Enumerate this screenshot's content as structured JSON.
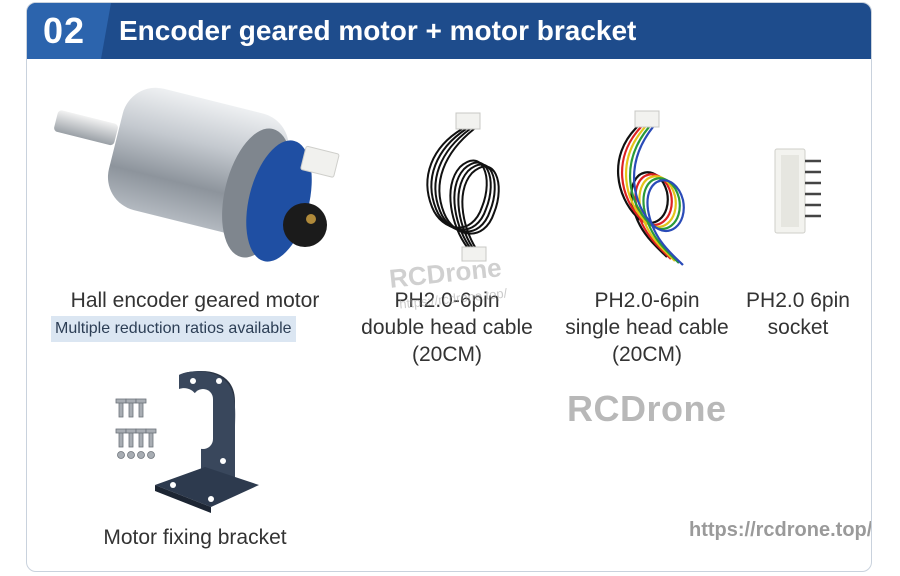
{
  "header": {
    "number": "02",
    "title": "Encoder geared motor + motor bracket"
  },
  "products": [
    {
      "label": "Hall encoder geared motor",
      "sublabel": "Multiple reduction ratios available"
    },
    {
      "label_lines": [
        "PH2.0-6pin",
        "double head cable",
        "(20CM)"
      ]
    },
    {
      "label_lines": [
        "PH2.0-6pin",
        "single head cable",
        "(20CM)"
      ]
    },
    {
      "label_lines": [
        "PH2.0 6pin",
        "socket"
      ]
    },
    {
      "label": "Motor fixing bracket"
    }
  ],
  "watermarks": {
    "brand": "RCDrone",
    "url": "https://rcdrone.top/",
    "url_small": "https://rcdrone.top/"
  },
  "colors": {
    "header_bg": "#1e4c8c",
    "badge_bg": "#2c64ad",
    "sublabel_bg": "#dbe6f2",
    "card_border": "#c9d2dd"
  }
}
